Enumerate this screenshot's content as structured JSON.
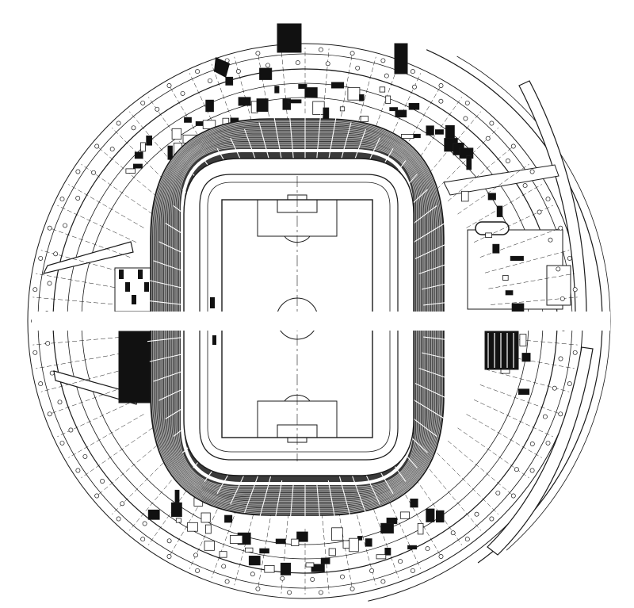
{
  "drawing": {
    "subject": "stadium-plan",
    "line_color": "#1a1a1a",
    "fill_dark": "#111111",
    "fill_stand": "#3a3a3a",
    "fill_light": "#ffffff",
    "gridline_count": 72,
    "rows_per_stand": 22,
    "row_markers_per_ring": 54
  }
}
